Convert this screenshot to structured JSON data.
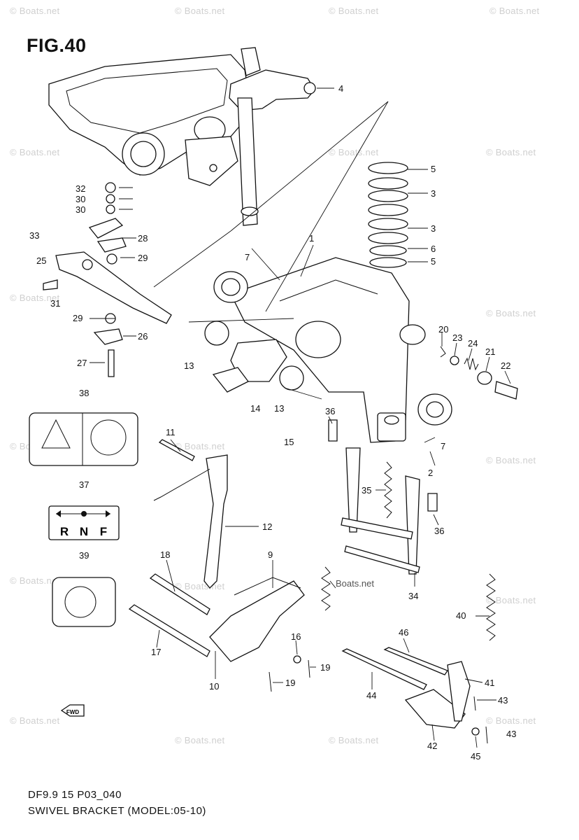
{
  "figure_title": "FIG.40",
  "footer": {
    "code": "DF9.9 15 P03_040",
    "caption": "SWIVEL BRACKET (MODEL:05-10)"
  },
  "watermark": "© Boats.net",
  "center_watermark": "Boats.net",
  "fwd_label": "FWD",
  "decal_37_letters": [
    "R",
    "N",
    "F"
  ],
  "callouts": [
    "1",
    "2",
    "3",
    "3",
    "4",
    "5",
    "5",
    "6",
    "7",
    "7",
    "9",
    "10",
    "11",
    "12",
    "13",
    "13",
    "14",
    "15",
    "16",
    "17",
    "18",
    "19",
    "19",
    "20",
    "21",
    "22",
    "23",
    "24",
    "25",
    "26",
    "27",
    "28",
    "29",
    "29",
    "30",
    "30",
    "31",
    "32",
    "33",
    "34",
    "35",
    "36",
    "36",
    "37",
    "38",
    "39",
    "40",
    "41",
    "42",
    "43",
    "43",
    "44",
    "45",
    "46"
  ],
  "colors": {
    "line": "#111111",
    "watermark": "#cfcfcf",
    "background": "#ffffff"
  }
}
